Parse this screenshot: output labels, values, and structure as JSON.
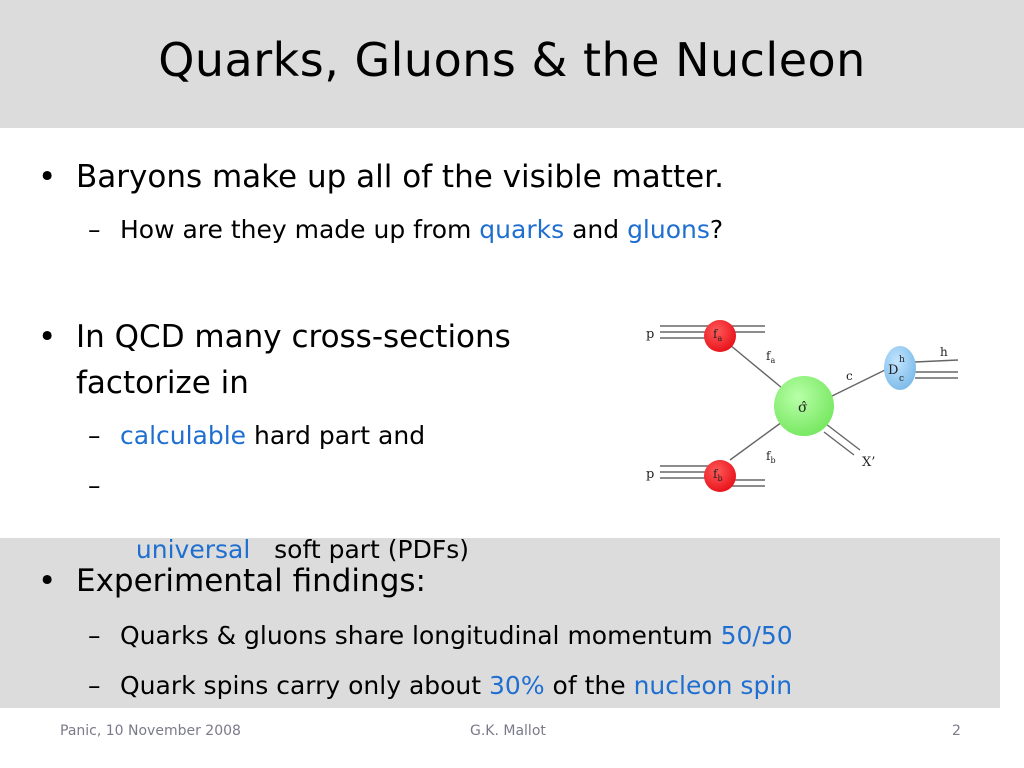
{
  "slide": {
    "title": "Quarks, Gluons & the Nucleon",
    "bullets": [
      {
        "text": "Baryons make up all of the visible matter.",
        "sub": [
          {
            "parts": [
              {
                "text": "How are they made up from ",
                "highlight": false
              },
              {
                "text": "quarks",
                "highlight": true
              },
              {
                "text": " and ",
                "highlight": false
              },
              {
                "text": "gluons",
                "highlight": true
              },
              {
                "text": "?",
                "highlight": false
              }
            ]
          }
        ]
      },
      {
        "text_line1": "In QCD many cross-sections",
        "text_line2": "factorize in",
        "sub": [
          {
            "parts": [
              {
                "text": "calculable",
                "highlight": true
              },
              {
                "text": " hard part and",
                "highlight": false
              }
            ]
          },
          {
            "parts": [
              {
                "text": "universal",
                "highlight": true
              },
              {
                "text": "   soft part (PDFs)",
                "highlight": false
              }
            ]
          }
        ]
      },
      {
        "text": "Experimental findings:",
        "sub": [
          {
            "parts": [
              {
                "text": "Quarks & gluons share longitudinal momentum ",
                "highlight": false
              },
              {
                "text": "50/50",
                "highlight": true
              }
            ]
          },
          {
            "parts": [
              {
                "text": "Quark spins carry only about ",
                "highlight": false
              },
              {
                "text": "30%",
                "highlight": true
              },
              {
                "text": " of the ",
                "highlight": false
              },
              {
                "text": "nucleon spin",
                "highlight": true
              }
            ]
          }
        ]
      }
    ],
    "bullet_symbol": "•",
    "dash_symbol": "–"
  },
  "diagram": {
    "labels": {
      "p_top": "p",
      "p_bottom": "p",
      "fa_blob": "f",
      "fa_blob_sub": "a",
      "fb_blob": "f",
      "fb_blob_sub": "b",
      "fa_line": "f",
      "fa_line_sub": "a",
      "fb_line": "f",
      "fb_line_sub": "b",
      "sigma": "σ̂",
      "c_line": "c",
      "D": "D",
      "D_sup": "h",
      "D_sub": "c",
      "h_out": "h",
      "X": "X’"
    },
    "colors": {
      "pdf_blob": "#e8141c",
      "hard_blob": "#8ff07a",
      "frag_blob": "#8ec8f2",
      "accent_text": "#1f6fd1",
      "title_bar": "#dcdcdc"
    }
  },
  "footer": {
    "left": "Panic, 10 November 2008",
    "center": "G.K. Mallot",
    "right": "2"
  }
}
